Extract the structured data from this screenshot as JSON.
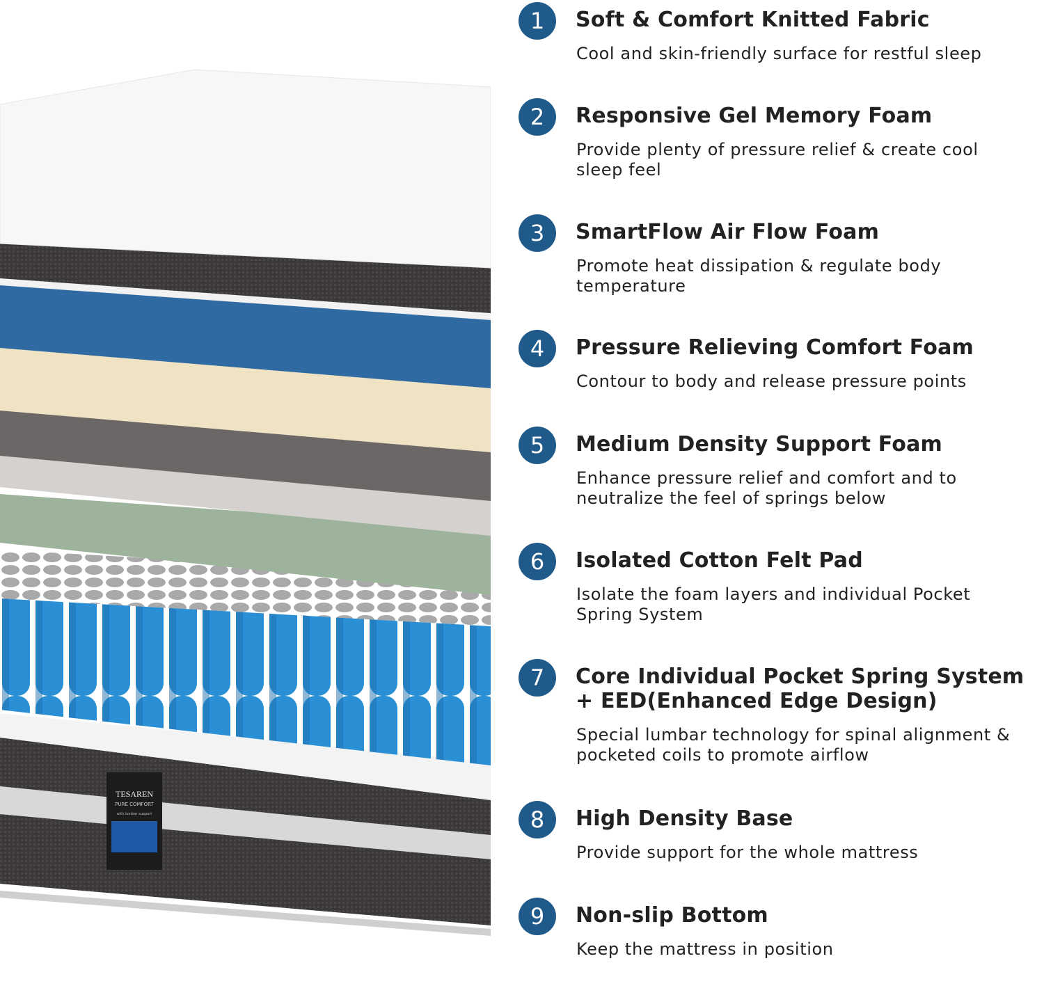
{
  "brand": {
    "logo_text": "TESAREN",
    "subtitle": "PURE COMFORT",
    "tagline": "with lumbar support"
  },
  "colors": {
    "badge": "#1f5a8a",
    "gel_foam": "#2f6aa3",
    "springs": "#2b8fd6",
    "comfort_foam": "#efe3c4",
    "felt_pad": "#9db39c"
  },
  "layers": [
    {
      "number": "1",
      "title": "Soft & Comfort Knitted Fabric",
      "description": "Cool and skin-friendly surface for restful sleep"
    },
    {
      "number": "2",
      "title": "Responsive Gel Memory Foam",
      "description": "Provide plenty of pressure relief & create cool sleep feel"
    },
    {
      "number": "3",
      "title": "SmartFlow Air Flow Foam",
      "description": "Promote heat dissipation & regulate body temperature"
    },
    {
      "number": "4",
      "title": "Pressure Relieving Comfort Foam",
      "description": "Contour to body and release pressure points"
    },
    {
      "number": "5",
      "title": "Medium Density Support Foam",
      "description": "Enhance pressure relief and comfort and to neutralize the feel of springs below"
    },
    {
      "number": "6",
      "title": "Isolated Cotton Felt Pad",
      "description": "Isolate the foam layers and individual Pocket Spring System"
    },
    {
      "number": "7",
      "title": "Core Individual Pocket Spring System + EED(Enhanced Edge Design)",
      "description": "Special lumbar technology for spinal alignment & pocketed coils to promote airflow"
    },
    {
      "number": "8",
      "title": "High Density Base",
      "description": "Provide support for the whole mattress"
    },
    {
      "number": "9",
      "title": "Non-slip Bottom",
      "description": "Keep the mattress in position"
    }
  ]
}
